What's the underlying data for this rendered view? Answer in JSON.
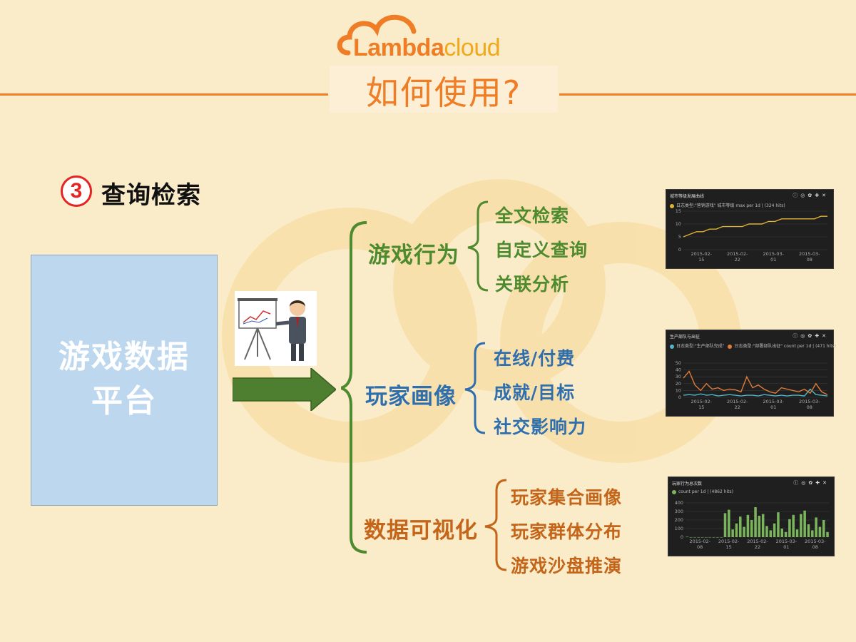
{
  "header": {
    "logo_main": "Lambda",
    "logo_accent": "cloud",
    "title": "如何使用?"
  },
  "step": {
    "number": "3",
    "label": "查询检索"
  },
  "platform": {
    "line1": "游戏数据",
    "line2": "平台"
  },
  "categories": [
    {
      "label": "游戏行为",
      "items": [
        "全文检索",
        "自定义查询",
        "关联分析"
      ]
    },
    {
      "label": "玩家画像",
      "items": [
        "在线/付费",
        "成就/目标",
        "社交影响力"
      ]
    },
    {
      "label": "数据可视化",
      "items": [
        "玩家集合画像",
        "玩家群体分布",
        "游戏沙盘推演"
      ]
    }
  ],
  "panels": [
    {
      "title": "城市等级发展曲线",
      "legend": "日志类型:\"营销游戏\" 城市等级 max per 1d | (324 hits)",
      "legend_color": "#e0b030"
    },
    {
      "title": "生产部队与出征",
      "legend_a": "日志类型:\"生产部队完成\"",
      "legend_a_color": "#4fb6c9",
      "legend_b": "日志类型:\"部署部队出征\" count per 1d | (471 hits)",
      "legend_b_color": "#e07b39"
    },
    {
      "title": "玩家行为总次数",
      "legend": "count per 1d | (4862 hits)",
      "legend_color": "#7ab55c"
    }
  ],
  "chart_data": [
    {
      "type": "line",
      "x_ticks": [
        "2015-02-15",
        "2015-02-22",
        "2015-03-01",
        "2015-03-08"
      ],
      "y_ticks": [
        0,
        5,
        10,
        15
      ],
      "ylim": [
        0,
        15
      ],
      "series": [
        {
          "values": [
            5,
            6,
            7,
            7,
            8,
            8,
            9,
            9,
            9,
            9,
            10,
            10,
            10,
            11,
            11,
            12,
            12,
            12,
            12,
            12,
            12,
            13,
            13
          ]
        }
      ]
    },
    {
      "type": "line",
      "x_ticks": [
        "2015-02-15",
        "2015-02-22",
        "2015-03-01",
        "2015-03-08"
      ],
      "y_ticks": [
        0,
        10,
        20,
        30,
        40,
        50
      ],
      "ylim": [
        0,
        50
      ],
      "series": [
        {
          "name": "日志类型:\"生产部队完成\"",
          "values": [
            3,
            4,
            3,
            5,
            3,
            4,
            2,
            3,
            4,
            3,
            2,
            3,
            3,
            2,
            4,
            3,
            2,
            3,
            2,
            3,
            3,
            2,
            12,
            4,
            3,
            2
          ]
        },
        {
          "name": "日志类型:\"部署部队出征\"",
          "values": [
            28,
            38,
            18,
            10,
            20,
            12,
            14,
            10,
            12,
            11,
            8,
            30,
            14,
            18,
            12,
            8,
            6,
            14,
            12,
            10,
            8,
            12,
            6,
            20,
            8,
            4
          ]
        }
      ]
    },
    {
      "type": "bar",
      "x_ticks": [
        "2015-02-08",
        "2015-02-15",
        "2015-02-22",
        "2015-03-01",
        "2015-03-08"
      ],
      "y_ticks": [
        0,
        100,
        200,
        300,
        400
      ],
      "ylim": [
        0,
        400
      ],
      "values": [
        5,
        0,
        0,
        0,
        0,
        0,
        0,
        0,
        0,
        0,
        280,
        320,
        90,
        160,
        240,
        120,
        260,
        200,
        350,
        250,
        270,
        130,
        80,
        160,
        290,
        100,
        60,
        210,
        260,
        90,
        270,
        310,
        150,
        80,
        230,
        120,
        200,
        60
      ]
    }
  ]
}
